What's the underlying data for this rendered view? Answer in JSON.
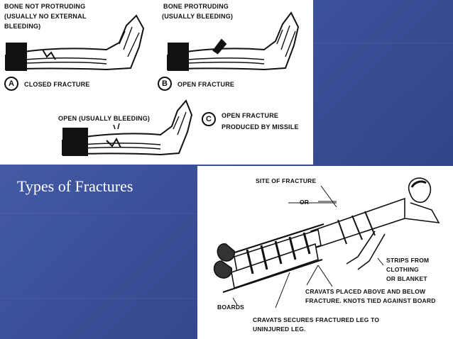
{
  "slide": {
    "title": "Types of Fractures"
  },
  "top_panel": {
    "fig_a": {
      "caption_top_1": "BONE NOT PROTRUDING",
      "caption_top_2": "(USUALLY NO EXTERNAL",
      "caption_top_3": "BLEEDING)",
      "letter": "A",
      "label": "CLOSED FRACTURE"
    },
    "fig_b": {
      "caption_top_1": "BONE PROTRUDING",
      "caption_top_2": "(USUALLY BLEEDING)",
      "letter": "B",
      "label": "OPEN FRACTURE"
    },
    "fig_c": {
      "caption_left": "OPEN (USUALLY BLEEDING)",
      "letter": "C",
      "label_1": "OPEN FRACTURE",
      "label_2": "PRODUCED BY MISSILE"
    }
  },
  "bottom_panel": {
    "site_label": "SITE OF FRACTURE",
    "or_label": "OR",
    "strips_1": "STRIPS FROM",
    "strips_2": "CLOTHING",
    "strips_3": "OR BLANKET",
    "cravats_1": "CRAVATS PLACED ABOVE AND BELOW",
    "cravats_2": "FRACTURE. KNOTS TIED AGAINST BOARD",
    "boards": "BOARDS",
    "secures_1": "CRAVATS SECURES FRACTURED LEG TO",
    "secures_2": "UNINJURED LEG."
  },
  "colors": {
    "background": "#3f549f",
    "panel": "#ffffff",
    "ink": "#111111",
    "title": "#ffffff"
  }
}
